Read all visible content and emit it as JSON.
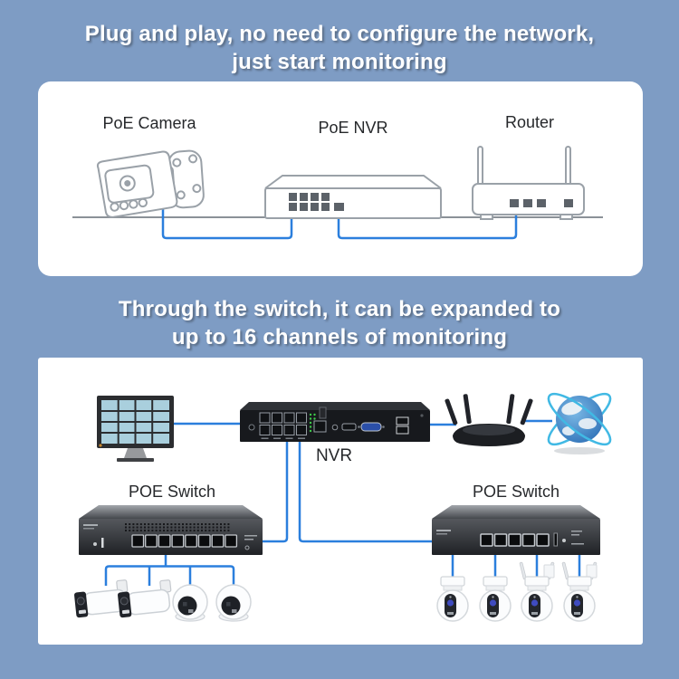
{
  "colors": {
    "background": "#7e9cc4",
    "card": "#ffffff",
    "cable": "#2b7fdd",
    "headline_text": "#ffffff",
    "lineart_stroke": "#9aa1a8"
  },
  "plug_play_section": {
    "heading": {
      "line1": "Plug and play, no need to configure the network,",
      "line2": "just start monitoring"
    },
    "device_labels": {
      "camera": "PoE Camera",
      "nvr": "PoE NVR",
      "router": "Router"
    }
  },
  "switch_section": {
    "heading": {
      "line1": "Through the switch, it can be expanded to",
      "line2": "up to 16 channels of monitoring"
    },
    "device_labels": {
      "nvr": "NVR",
      "switch_left": "POE Switch",
      "switch_right": "POE Switch"
    }
  },
  "icons": [
    "bullet-camera-lineart-icon",
    "poe-nvr-lineart-icon",
    "router-lineart-icon",
    "monitor-16ch-icon",
    "nvr-device-icon",
    "wifi-router-icon",
    "internet-globe-icon",
    "poe-switch-8port-icon",
    "poe-switch-5port-icon",
    "bullet-camera-icon",
    "dome-camera-icon",
    "ptz-camera-icon"
  ]
}
